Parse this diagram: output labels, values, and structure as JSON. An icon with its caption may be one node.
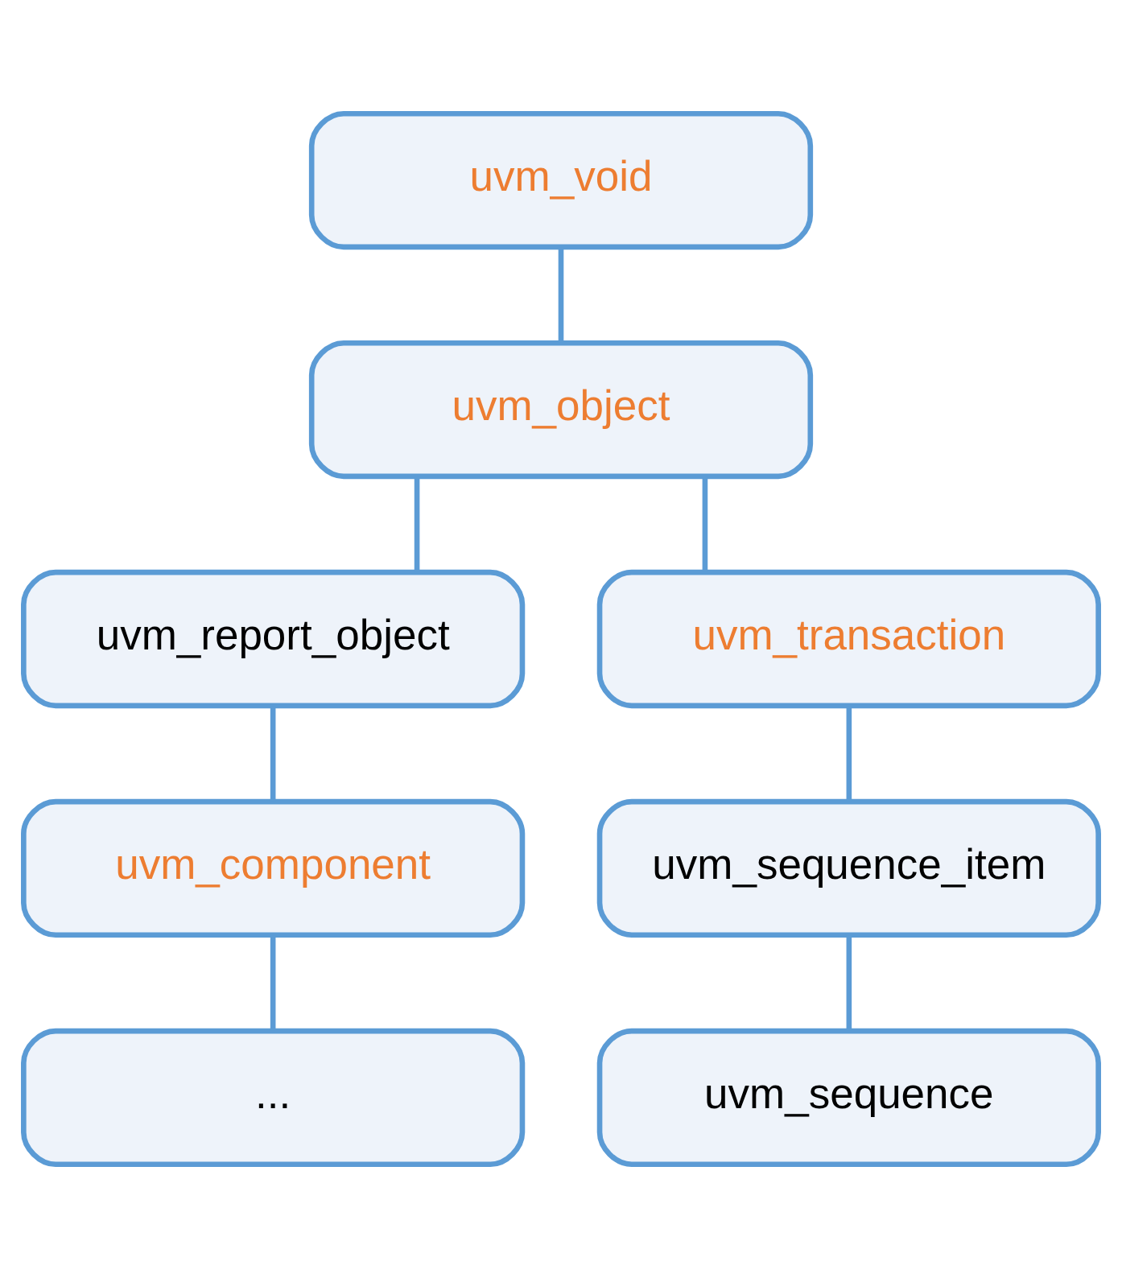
{
  "diagram": {
    "nodes": [
      {
        "text": [
          "uvm_void"
        ]
      },
      {
        "text": [
          "uvm_object"
        ]
      },
      {
        "text": [
          "uvm_report_object"
        ]
      },
      {
        "text": [
          "uvm_transaction"
        ]
      },
      {
        "text": [
          "uvm_component"
        ]
      },
      {
        "text": [
          "uvm_sequence_item"
        ]
      },
      {
        "text": [
          "..."
        ]
      },
      {
        "text": [
          "uvm_sequence"
        ]
      }
    ],
    "edges": [
      {
        "from": 0,
        "to": 1,
        "arrow": "none"
      },
      {
        "from": 1,
        "to": 2,
        "arrow": "none"
      },
      {
        "from": 1,
        "to": 3,
        "arrow": "none"
      },
      {
        "from": 2,
        "to": 4,
        "arrow": "none"
      },
      {
        "from": 3,
        "to": 5,
        "arrow": "none"
      },
      {
        "from": 4,
        "to": 6,
        "arrow": "none"
      },
      {
        "from": 5,
        "to": 7,
        "arrow": "none"
      }
    ]
  }
}
